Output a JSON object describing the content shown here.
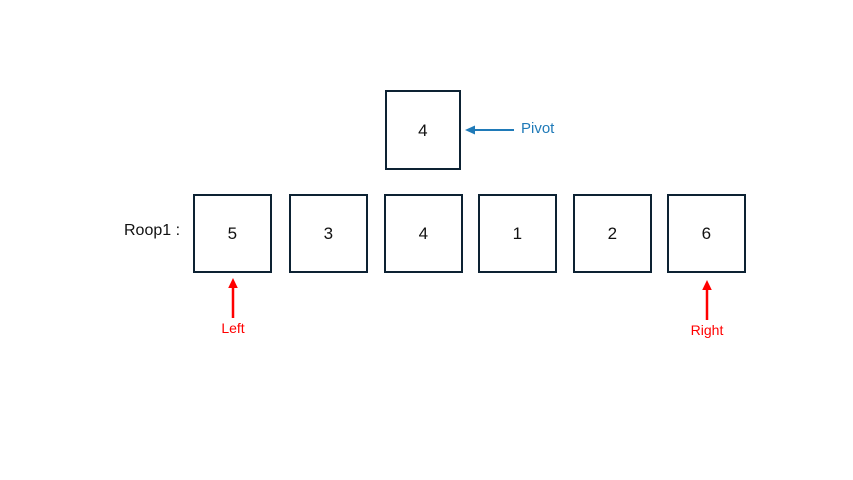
{
  "diagram": {
    "title_label": "Roop1 :",
    "pivot": {
      "value": "4",
      "label": "Pivot",
      "color": "#1f7ab8",
      "arrow_icon": "arrow-left-icon"
    },
    "array": {
      "cells": [
        {
          "value": "5"
        },
        {
          "value": "3"
        },
        {
          "value": "4"
        },
        {
          "value": "1"
        },
        {
          "value": "2"
        },
        {
          "value": "6"
        }
      ],
      "border_color": "#0d2233"
    },
    "pointers": [
      {
        "name": "left",
        "label": "Left",
        "color": "#ff0000",
        "index": 0,
        "arrow_icon": "arrow-up-icon"
      },
      {
        "name": "right",
        "label": "Right",
        "color": "#ff0000",
        "index": 5,
        "arrow_icon": "arrow-up-icon"
      }
    ]
  }
}
